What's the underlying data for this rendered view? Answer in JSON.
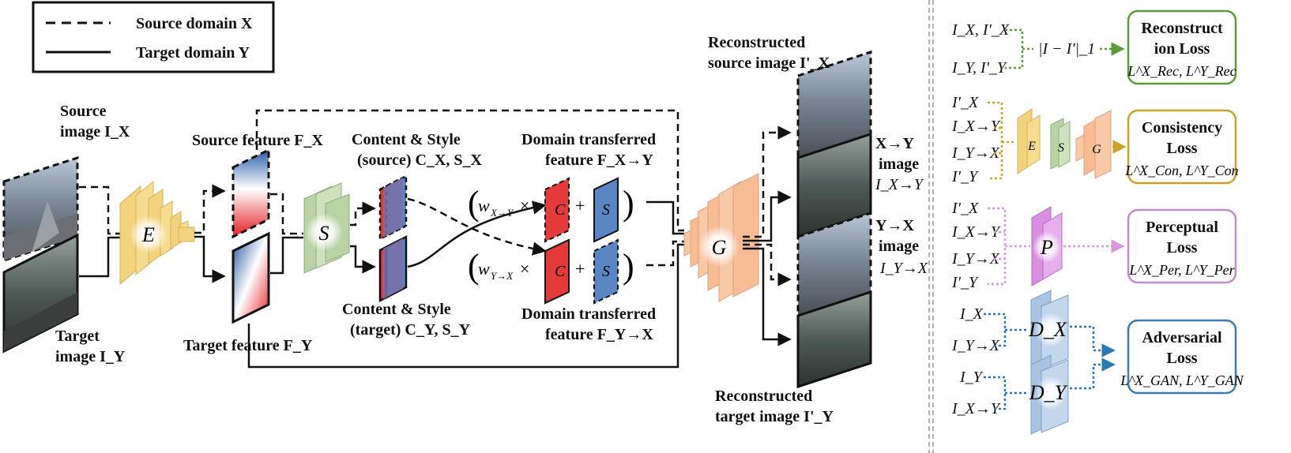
{
  "legend": {
    "source": "Source domain X",
    "target": "Target domain Y"
  },
  "labels": {
    "source_image": [
      "Source",
      "image I_X"
    ],
    "target_image": [
      "Target",
      "image I_Y"
    ],
    "source_feature": "Source feature F_X",
    "target_feature": "Target feature F_Y",
    "cs_source": [
      "Content & Style",
      "(source) C_X, S_X"
    ],
    "cs_target": [
      "Content & Style",
      "(target) C_Y, S_Y"
    ],
    "dt_top": [
      "Domain transferred",
      "feature F_X→Y"
    ],
    "dt_bottom": [
      "Domain transferred",
      "feature F_Y→X"
    ],
    "recon_source": [
      "Reconstructed",
      "source image I'_X"
    ],
    "recon_target": [
      "Reconstructed",
      "target image I'_Y"
    ],
    "xy_image": [
      "X→Y",
      "image",
      "I_X→Y"
    ],
    "yx_image": [
      "Y→X",
      "image",
      "I_Y→X"
    ],
    "formula_top": "(w_X→Y × C_X + S_Y)",
    "formula_bottom": "(w_Y→X × C_Y + S_X)"
  },
  "networks": {
    "encoder": "E",
    "separator": "S",
    "generator": "G",
    "perceptual": "P",
    "disc_x": "D_X",
    "disc_y": "D_Y"
  },
  "losses": {
    "reconstruction": {
      "title": [
        "Reconstruct",
        "ion Loss"
      ],
      "formula": "L^X_Rec, L^Y_Rec",
      "inputs": [
        "I_X, I'_X",
        "I_Y, I'_Y"
      ],
      "op": "|I − I'|_1",
      "color": "#5c9a3a"
    },
    "consistency": {
      "title": [
        "Consistency",
        "Loss"
      ],
      "formula": "L^X_Con, L^Y_Con",
      "inputs": [
        "I'_X",
        "I_X→Y",
        "I_Y→X",
        "I'_Y"
      ],
      "color": "#c9a227"
    },
    "perceptual": {
      "title": [
        "Perceptual",
        "Loss"
      ],
      "formula": "L^X_Per, L^Y_Per",
      "inputs": [
        "I'_X",
        "I_X→Y",
        "I_Y→X",
        "I'_Y"
      ],
      "color": "#c48ad0"
    },
    "adversarial": {
      "title": [
        "Adversarial",
        "Loss"
      ],
      "formula": "L^X_GAN, L^Y_GAN",
      "inputs": [
        "I_X",
        "I_Y→X",
        "I_Y",
        "I_X→Y"
      ],
      "color": "#3b7bb5"
    }
  }
}
